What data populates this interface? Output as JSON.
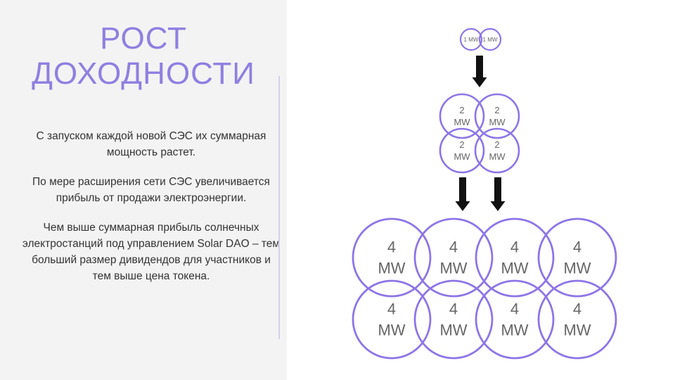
{
  "title": {
    "line1": "РОСТ",
    "line2": "ДОХОДНОСТИ"
  },
  "body": {
    "paragraphs": [
      "С запуском каждой новой СЭС их суммарная мощность растет.",
      "По мере расширения сети СЭС увеличивается прибыль от продажи электроэнергии.",
      "Чем выше суммарная прибыль солнечных электростанций под управлением Solar DAO – тем больший размер дивидендов для участников и тем выше цена токена."
    ]
  },
  "diagram": {
    "tiers": [
      {
        "number": "1",
        "unit": "MW",
        "count": 2
      },
      {
        "number": "2",
        "unit": "MW",
        "count": 4
      },
      {
        "number": "4",
        "unit": "MW",
        "count": 8
      }
    ]
  },
  "colors": {
    "accent": "#8f7fe0",
    "circle_stroke": "#8e75e6",
    "arrow": "#111111",
    "left_background": "#f3f3f3",
    "text": "#333333"
  }
}
